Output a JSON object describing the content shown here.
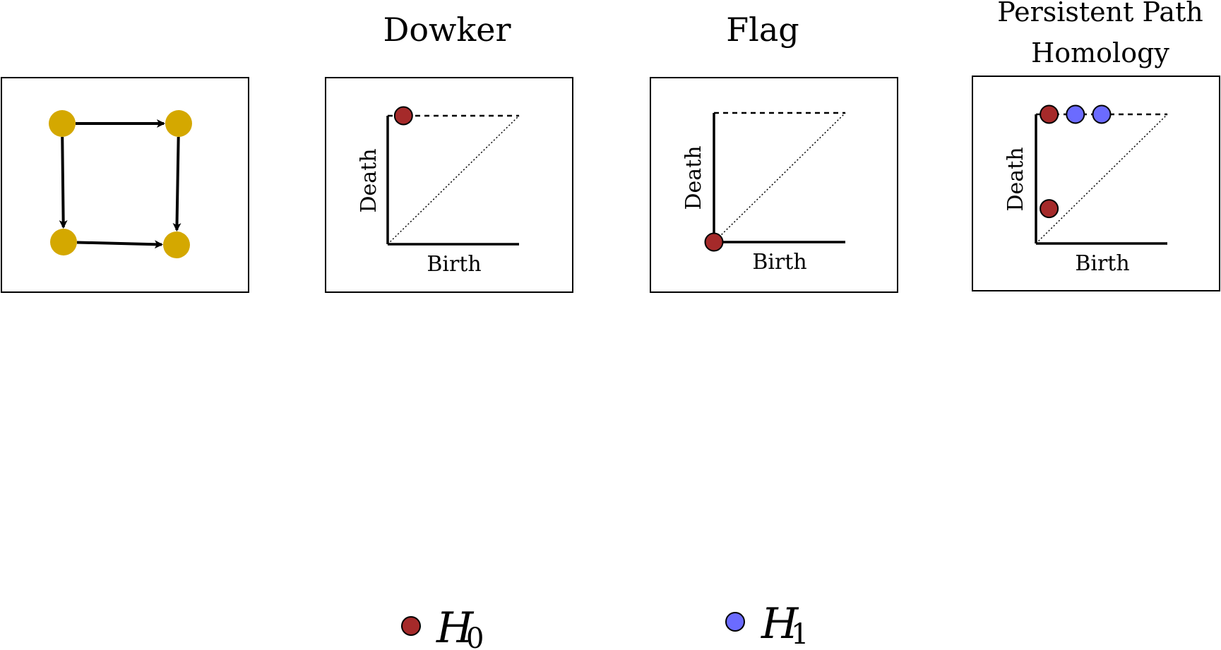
{
  "colors": {
    "graph_node": "#d4a800",
    "h0": "#a52a2a",
    "h1": "#6b6bff",
    "line": "#000000"
  },
  "panels": [
    {
      "id": "dowker",
      "title_lines": [
        "Dowker"
      ],
      "xlabel": "Birth",
      "ylabel": "Death",
      "points": [
        {
          "birth": 0.12,
          "death": 1.0,
          "dim": "h0"
        }
      ],
      "infinite_line": true
    },
    {
      "id": "flag",
      "title_lines": [
        "Flag"
      ],
      "xlabel": "Birth",
      "ylabel": "Death",
      "points": [
        {
          "birth": 0.0,
          "death": 0.0,
          "dim": "h0"
        }
      ],
      "infinite_line": true
    },
    {
      "id": "pph",
      "title_lines": [
        "Persistent Path",
        "Homology"
      ],
      "xlabel": "Birth",
      "ylabel": "Death",
      "points": [
        {
          "birth": 0.1,
          "death": 1.0,
          "dim": "h0"
        },
        {
          "birth": 0.1,
          "death": 0.27,
          "dim": "h0"
        },
        {
          "birth": 0.3,
          "death": 1.0,
          "dim": "h1"
        },
        {
          "birth": 0.5,
          "death": 1.0,
          "dim": "h1"
        }
      ],
      "infinite_line": true
    }
  ],
  "graph": {
    "nodes": [
      "a",
      "b",
      "c",
      "d"
    ],
    "edges": [
      [
        "a",
        "b"
      ],
      [
        "a",
        "c"
      ],
      [
        "b",
        "d"
      ],
      [
        "c",
        "d"
      ]
    ]
  },
  "legend": {
    "h0_symbol": "H",
    "h0_sub": "0",
    "h1_symbol": "H",
    "h1_sub": "1"
  }
}
